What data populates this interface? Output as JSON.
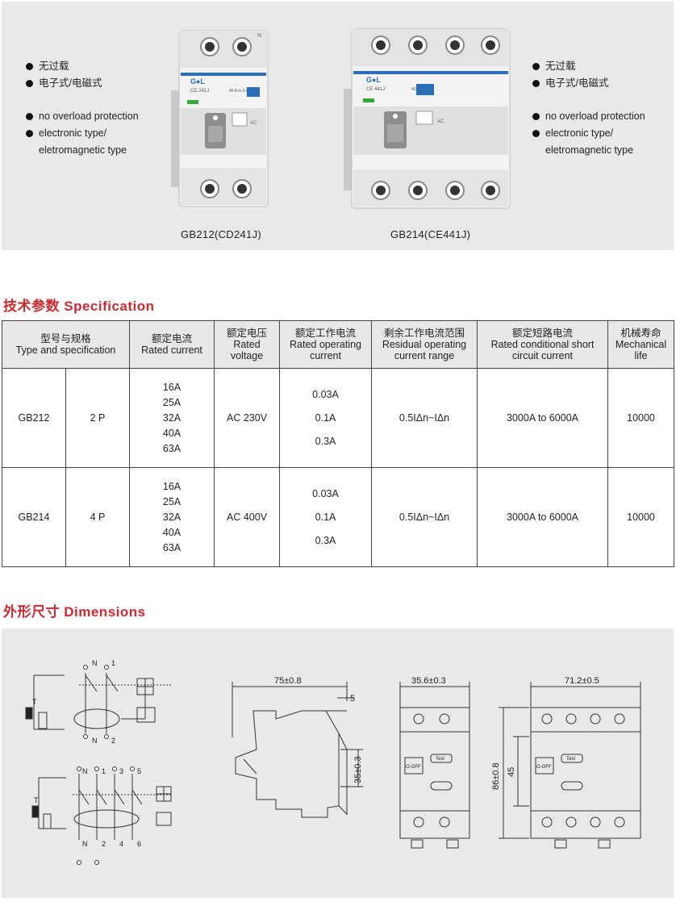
{
  "product_panel": {
    "left_features_cn": [
      "无过载",
      "电子式/电磁式"
    ],
    "left_features_en": [
      "no overload protection",
      "electronic type/",
      "eletromagnetic type"
    ],
    "right_features_cn": [
      "无过载",
      "电子式/电磁式"
    ],
    "right_features_en": [
      "no overload protection",
      "electronic type/",
      "eletromagnetic type"
    ],
    "product1_caption": "GB212(CD241J)",
    "product2_caption": "GB214(CE441J)",
    "brand": "G●L",
    "product1_model": "CD 241J",
    "product2_model": "CE 441J",
    "product1_rating": "40 A In 0.03 A",
    "product2_rating": "40 A In 0.1 A",
    "ac_label": "AC"
  },
  "spec_section": {
    "title_cn": "技术参数",
    "title_en": "Specification"
  },
  "spec_table": {
    "headers": [
      {
        "cn": "型号与规格",
        "en": "Type and specification"
      },
      {
        "cn": "额定电流",
        "en": "Rated current"
      },
      {
        "cn": "额定电压",
        "en": "Rated voltage"
      },
      {
        "cn": "额定工作电流",
        "en": "Rated operating current"
      },
      {
        "cn": "剩余工作电流范围",
        "en": "Residual operating current range"
      },
      {
        "cn": "额定短路电流",
        "en": "Rated conditional short circuit current"
      },
      {
        "cn": "机械寿命",
        "en": "Mechanical life"
      }
    ],
    "rows": [
      {
        "model": "GB212",
        "poles": "2 P",
        "currents": [
          "16A",
          "25A",
          "32A",
          "40A",
          "63A"
        ],
        "voltage": "AC 230V",
        "operating": [
          "0.03A",
          "0.1A",
          "0.3A"
        ],
        "residual": "0.5IΔn~IΔn",
        "short_circuit": "3000A to 6000A",
        "life": "10000"
      },
      {
        "model": "GB214",
        "poles": "4 P",
        "currents": [
          "16A",
          "25A",
          "32A",
          "40A",
          "63A"
        ],
        "voltage": "AC 400V",
        "operating": [
          "0.03A",
          "0.1A",
          "0.3A"
        ],
        "residual": "0.5IΔn~IΔn",
        "short_circuit": "3000A to 6000A",
        "life": "10000"
      }
    ]
  },
  "dim_section": {
    "title_cn": "外形尺寸",
    "title_en": "Dimensions"
  },
  "dimensions": {
    "side_width": "75±0.8",
    "side_offset": "5",
    "side_height": "35±0.3",
    "front2p_width": "35.6±0.3",
    "front4p_width": "71.2±0.5",
    "front_height": "86±0.8",
    "front_inner": "45",
    "test_label": "Test",
    "off_label": "O-OFF",
    "wiring_2p_labels": [
      "N",
      "1",
      "N",
      "2",
      "T"
    ],
    "wiring_4p_labels": [
      "N",
      "1",
      "3",
      "5",
      "N",
      "2",
      "4",
      "6",
      "T"
    ]
  }
}
